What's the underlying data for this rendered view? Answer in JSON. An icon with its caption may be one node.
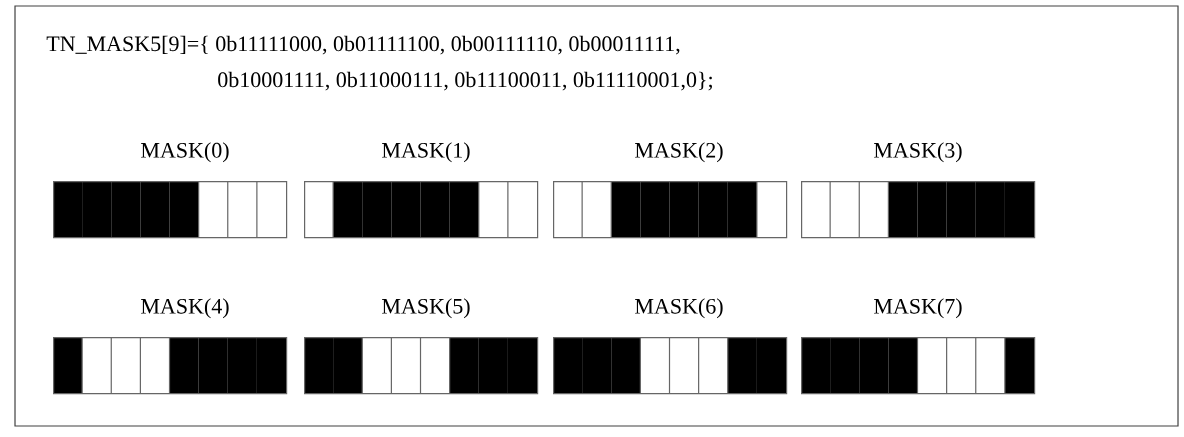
{
  "diagram": {
    "nodes": [
      {
        "text": [
          "MASK(0)"
        ]
      },
      {
        "text": [
          "MASK(1)"
        ]
      },
      {
        "text": [
          "MASK(2)"
        ]
      },
      {
        "text": [
          "MASK(3)"
        ]
      },
      {
        "text": [
          "MASK(4)"
        ]
      },
      {
        "text": [
          "MASK(5)"
        ]
      },
      {
        "text": [
          "MASK(6)"
        ]
      },
      {
        "text": [
          "MASK(7)"
        ]
      }
    ],
    "labels": [
      "TN_MASK5[9]={ 0b11111000, 0b01111100, 0b00111110, 0b00011111,",
      "0b10001111, 0b11000111, 0b11100011, 0b11110001,0};"
    ]
  }
}
